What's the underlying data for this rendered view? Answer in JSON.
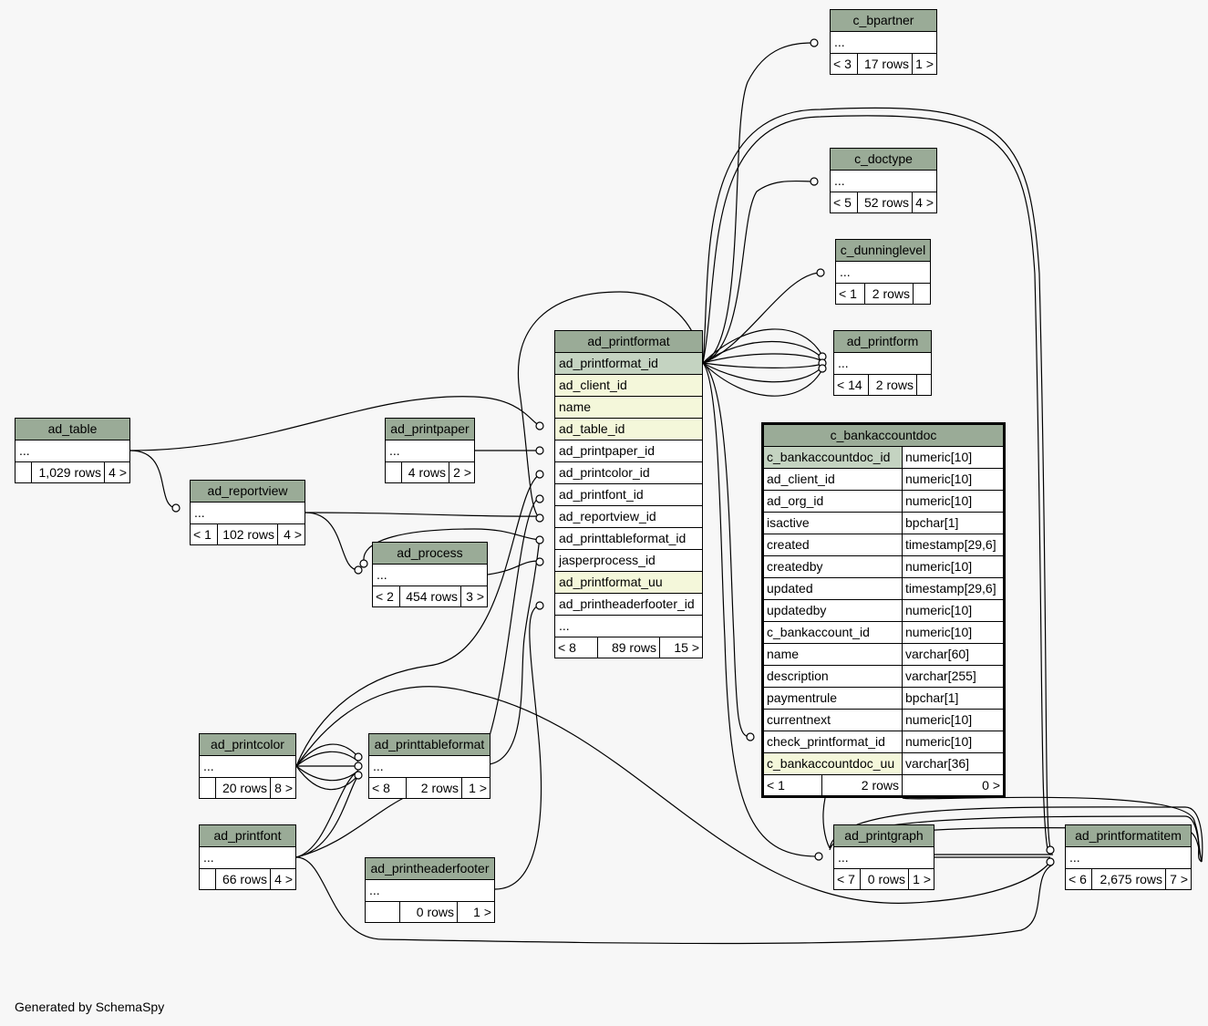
{
  "footer": "Generated by SchemaSpy",
  "tables": {
    "c_bpartner": {
      "name": "c_bpartner",
      "row": "...",
      "left": "< 3",
      "rows": "17 rows",
      "right": "1 >"
    },
    "c_doctype": {
      "name": "c_doctype",
      "row": "...",
      "left": "< 5",
      "rows": "52 rows",
      "right": "4 >"
    },
    "c_dunninglevel": {
      "name": "c_dunninglevel",
      "row": "...",
      "left": "< 1",
      "rows": "2 rows",
      "right": ""
    },
    "ad_printform": {
      "name": "ad_printform",
      "row": "...",
      "left": "< 14",
      "rows": "2 rows",
      "right": ""
    },
    "ad_table": {
      "name": "ad_table",
      "row": "...",
      "left": "",
      "rows": "1,029 rows",
      "right": "4 >"
    },
    "ad_printpaper": {
      "name": "ad_printpaper",
      "row": "...",
      "left": "",
      "rows": "4 rows",
      "right": "2 >"
    },
    "ad_reportview": {
      "name": "ad_reportview",
      "row": "...",
      "left": "< 1",
      "rows": "102 rows",
      "right": "4 >"
    },
    "ad_process": {
      "name": "ad_process",
      "row": "...",
      "left": "< 2",
      "rows": "454 rows",
      "right": "3 >"
    },
    "ad_printcolor": {
      "name": "ad_printcolor",
      "row": "...",
      "left": "",
      "rows": "20 rows",
      "right": "8 >"
    },
    "ad_printtableformat": {
      "name": "ad_printtableformat",
      "row": "...",
      "left": "< 8",
      "rows": "2 rows",
      "right": "1 >"
    },
    "ad_printfont": {
      "name": "ad_printfont",
      "row": "...",
      "left": "",
      "rows": "66 rows",
      "right": "4 >"
    },
    "ad_printheaderfooter": {
      "name": "ad_printheaderfooter",
      "row": "...",
      "left": "",
      "rows": "0 rows",
      "right": "1 >"
    },
    "ad_printgraph": {
      "name": "ad_printgraph",
      "row": "...",
      "left": "< 7",
      "rows": "0 rows",
      "right": "1 >"
    },
    "ad_printformatitem": {
      "name": "ad_printformatitem",
      "row": "...",
      "left": "< 6",
      "rows": "2,675 rows",
      "right": "7 >"
    },
    "ad_printformat": {
      "name": "ad_printformat",
      "columns": [
        "ad_printformat_id",
        "ad_client_id",
        "name",
        "ad_table_id",
        "ad_printpaper_id",
        "ad_printcolor_id",
        "ad_printfont_id",
        "ad_reportview_id",
        "ad_printtableformat_id",
        "jasperprocess_id",
        "ad_printformat_uu",
        "ad_printheaderfooter_id",
        "..."
      ],
      "left": "< 8",
      "rows": "89 rows",
      "right": "15 >"
    },
    "c_bankaccountdoc": {
      "name": "c_bankaccountdoc",
      "columns": [
        {
          "name": "c_bankaccountdoc_id",
          "type": "numeric[10]"
        },
        {
          "name": "ad_client_id",
          "type": "numeric[10]"
        },
        {
          "name": "ad_org_id",
          "type": "numeric[10]"
        },
        {
          "name": "isactive",
          "type": "bpchar[1]"
        },
        {
          "name": "created",
          "type": "timestamp[29,6]"
        },
        {
          "name": "createdby",
          "type": "numeric[10]"
        },
        {
          "name": "updated",
          "type": "timestamp[29,6]"
        },
        {
          "name": "updatedby",
          "type": "numeric[10]"
        },
        {
          "name": "c_bankaccount_id",
          "type": "numeric[10]"
        },
        {
          "name": "name",
          "type": "varchar[60]"
        },
        {
          "name": "description",
          "type": "varchar[255]"
        },
        {
          "name": "paymentrule",
          "type": "bpchar[1]"
        },
        {
          "name": "currentnext",
          "type": "numeric[10]"
        },
        {
          "name": "check_printformat_id",
          "type": "numeric[10]"
        },
        {
          "name": "c_bankaccountdoc_uu",
          "type": "varchar[36]"
        }
      ],
      "left": "< 1",
      "rows": "2 rows",
      "right": "0 >"
    }
  }
}
